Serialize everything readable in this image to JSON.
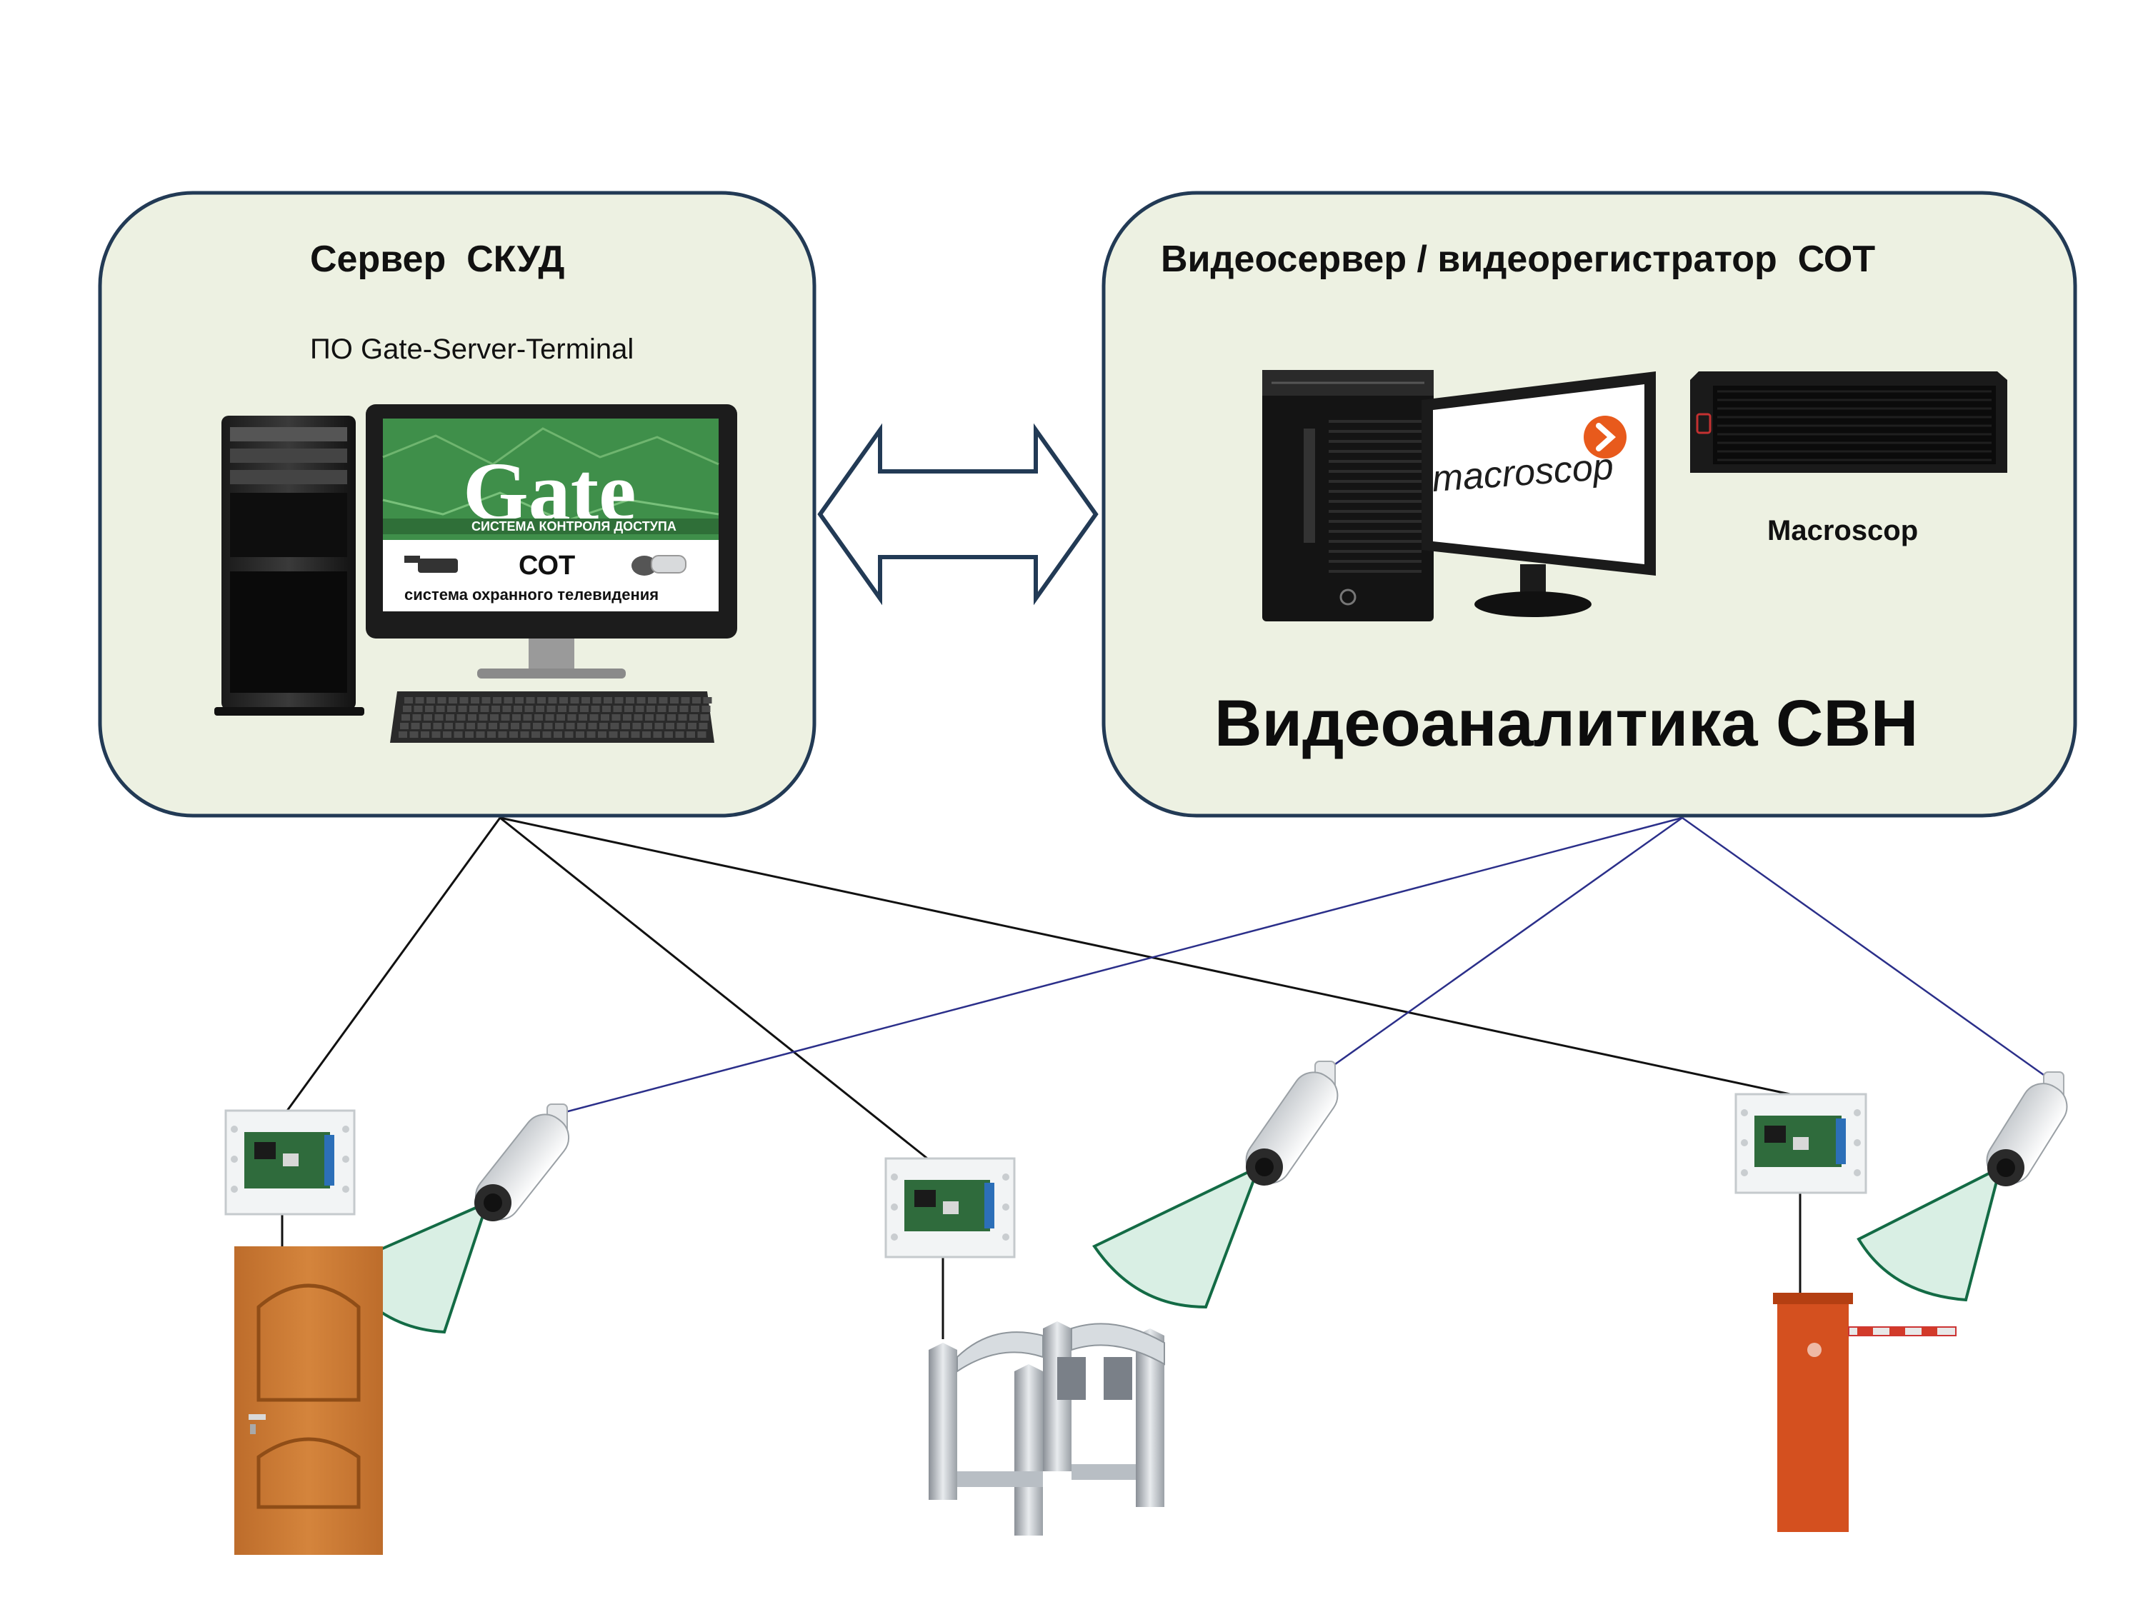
{
  "colors": {
    "panel_fill": "#edf1e2",
    "panel_stroke": "#223a55",
    "acs_link": "#111111",
    "video_link": "#2b2f8a",
    "fov_fill": "#d9efe4",
    "fov_stroke": "#136b45",
    "door": "#c9772e",
    "barrier": "#d4501f",
    "screen_green": "#3f8f4a",
    "macroscop_orange": "#e85a1c"
  },
  "acs_server": {
    "title": "Сервер  СКУД",
    "software": "ПО Gate-Server-Terminal",
    "screen_logo": "Gate",
    "screen_tagline": "СИСТЕМА КОНТРОЛЯ ДОСТУПА",
    "screen_cot": "СОТ",
    "screen_cot_caption": "система охранного телевидения",
    "icons": [
      "desktop-tower-icon",
      "monitor-icon",
      "keyboard-icon"
    ]
  },
  "video_server": {
    "title": "Видеосервер / видеорегистратор  СОТ",
    "monitor_logo": "macroscop",
    "device_label": "Macroscop",
    "analytics_label": "Видеоаналитика СВН",
    "icons": [
      "desktop-tower-icon",
      "monitor-icon",
      "nvr-rack-icon"
    ]
  },
  "link_icon": "double-arrow-icon",
  "access_points": [
    {
      "name": "door",
      "icons": [
        "controller-board-icon",
        "door-icon",
        "cctv-camera-icon"
      ]
    },
    {
      "name": "turnstile",
      "icons": [
        "controller-board-icon",
        "turnstile-icon",
        "cctv-camera-icon"
      ]
    },
    {
      "name": "barrier",
      "icons": [
        "controller-board-icon",
        "boom-barrier-icon",
        "cctv-camera-icon"
      ]
    }
  ]
}
